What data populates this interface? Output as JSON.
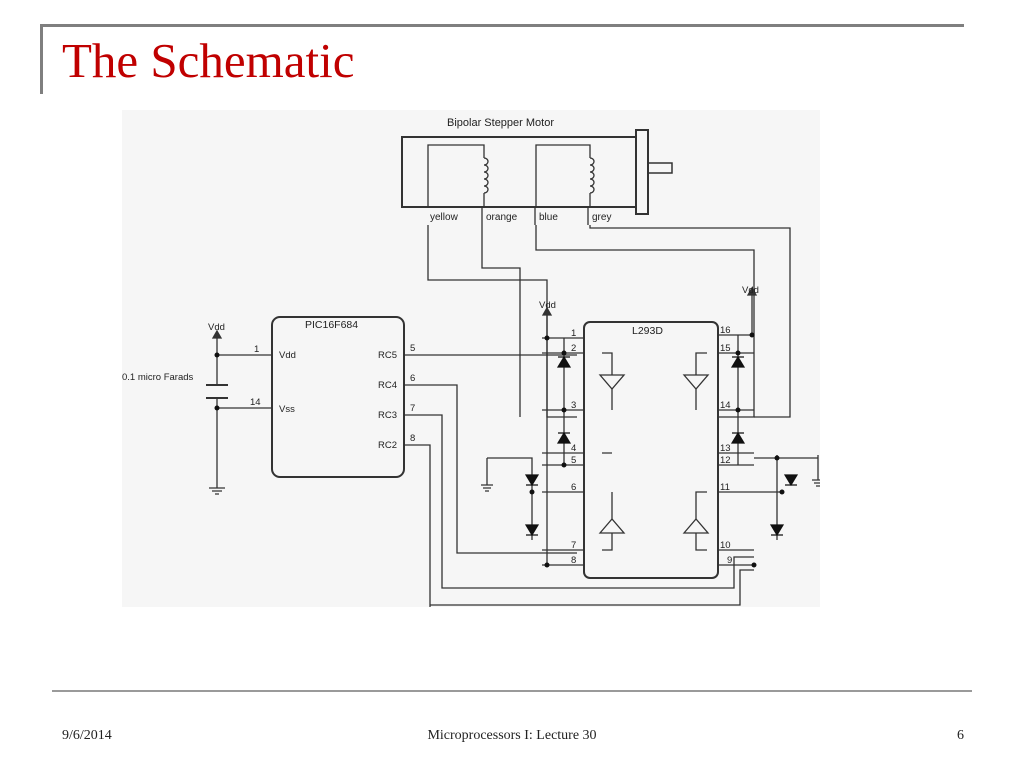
{
  "slide": {
    "title": "The Schematic",
    "date": "9/6/2014",
    "footer": "Microprocessors I: Lecture 30",
    "page_number": "6",
    "title_color": "#c00000"
  },
  "schematic": {
    "motor_title": "Bipolar Stepper Motor",
    "wire_labels": [
      "yellow",
      "orange",
      "blue",
      "grey"
    ],
    "mcu": {
      "name": "PIC16F684",
      "left_pins": [
        {
          "num": "1",
          "name": "Vdd"
        },
        {
          "num": "14",
          "name": "Vss"
        }
      ],
      "right_pins": [
        {
          "num": "5",
          "name": "RC5"
        },
        {
          "num": "6",
          "name": "RC4"
        },
        {
          "num": "7",
          "name": "RC3"
        },
        {
          "num": "8",
          "name": "RC2"
        }
      ]
    },
    "driver": {
      "name": "L293D",
      "left_pins": [
        "1",
        "2",
        "3",
        "4",
        "5",
        "6",
        "7",
        "8"
      ],
      "right_pins": [
        "16",
        "15",
        "14",
        "13",
        "12",
        "11",
        "10",
        "9"
      ]
    },
    "supply_labels": {
      "mcu_vdd": "Vdd",
      "driver_vdd_left": "Vdd",
      "driver_vdd_right": "Vdd"
    },
    "capacitor_label": "0.1 micro Farads"
  }
}
